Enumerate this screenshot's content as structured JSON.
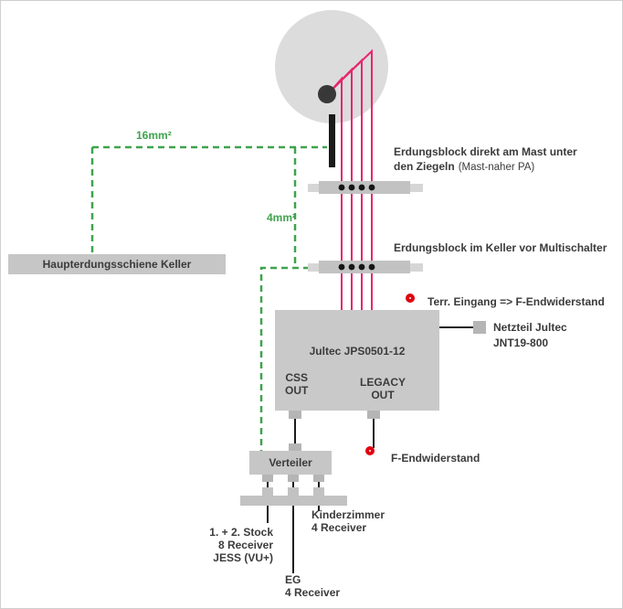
{
  "colors": {
    "cable_pink": "#e8256d",
    "ground_green": "#3fa34d",
    "terminator_red": "#e00010",
    "line_black": "#1b1b1b",
    "dish_gray": "#dcdcdc",
    "box_gray": "#c6c6c6"
  },
  "labels": {
    "wire_16mm": "16mm²",
    "wire_4mm": "4mm²",
    "erdungsblock_mast_line1": "Erdungsblock direkt am Mast unter",
    "erdungsblock_mast_line2": "den Ziegeln",
    "erdungsblock_mast_note": "(Mast-naher PA)",
    "erdungsblock_keller": "Erdungsblock im Keller vor Multischalter",
    "haupterdungsschiene": "Haupterdungsschiene Keller",
    "terr_eingang": "Terr. Eingang => F-Endwiderstand",
    "netzteil_line1": "Netzteil Jultec",
    "netzteil_line2": "JNT19-800",
    "multiswitch_name": "Jultec JPS0501-12",
    "css": "CSS",
    "css_out": "OUT",
    "legacy": "LEGACY",
    "legacy_out": "OUT",
    "f_endwiderstand": "F-Endwiderstand",
    "verteiler": "Verteiler",
    "kinderzimmer_line1": "Kinderzimmer",
    "kinderzimmer_line2": "4 Receiver",
    "stock_line1": "1. + 2. Stock",
    "stock_line2": "8 Receiver",
    "stock_line3": "JESS (VU+)",
    "eg_line1": "EG",
    "eg_line2": "4 Receiver"
  }
}
